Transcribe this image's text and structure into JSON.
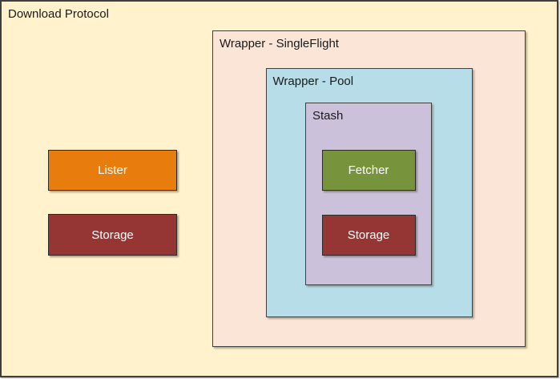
{
  "diagram": {
    "title": "Download Protocol",
    "containers": {
      "outer": {
        "label": "Download Protocol",
        "fill": "#FFF2CC"
      },
      "singleflight": {
        "label": "Wrapper - SingleFlight",
        "fill": "#FBE5D6"
      },
      "pool": {
        "label": "Wrapper - Pool",
        "fill": "#B7DEE8"
      },
      "stash": {
        "label": "Stash",
        "fill": "#CCC1DA"
      }
    },
    "nodes": {
      "lister": {
        "label": "Lister",
        "fill": "#E87D0E"
      },
      "storage_left": {
        "label": "Storage",
        "fill": "#963634"
      },
      "fetcher": {
        "label": "Fetcher",
        "fill": "#77933C"
      },
      "storage_inner": {
        "label": "Storage",
        "fill": "#963634"
      }
    },
    "colors": {
      "border": "#3F3F3F",
      "title_text": "#1A1A1A",
      "node_text": "#FFFFFF"
    }
  }
}
